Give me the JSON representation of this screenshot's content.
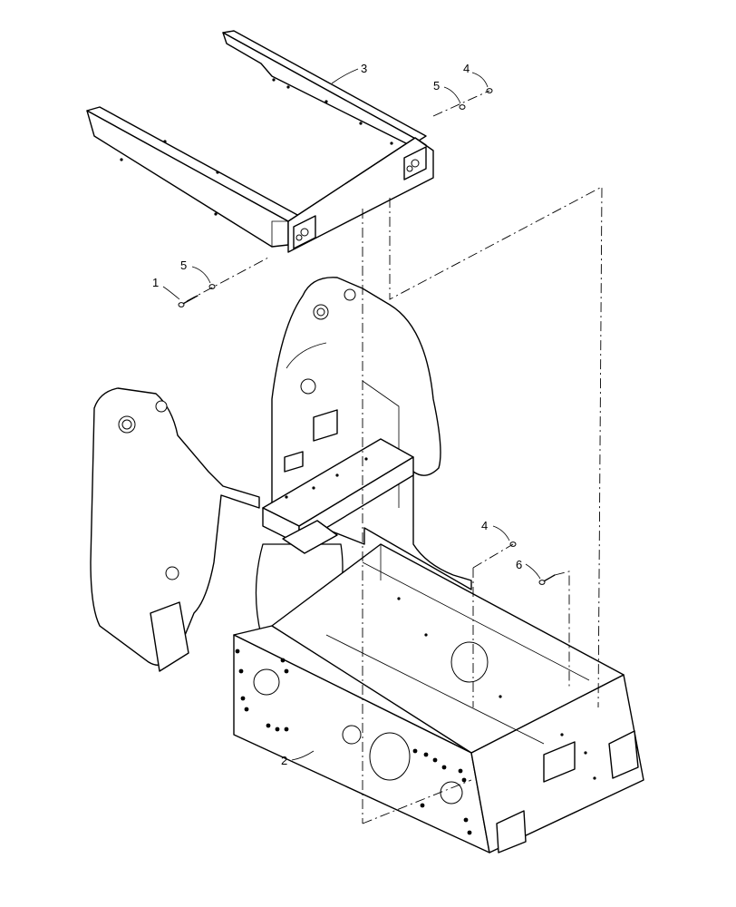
{
  "callouts": [
    {
      "id": "1",
      "label": "1"
    },
    {
      "id": "2",
      "label": "2"
    },
    {
      "id": "3",
      "label": "3"
    },
    {
      "id": "4a",
      "label": "4"
    },
    {
      "id": "4b",
      "label": "4"
    },
    {
      "id": "5a",
      "label": "5"
    },
    {
      "id": "5b",
      "label": "5"
    },
    {
      "id": "6",
      "label": "6"
    }
  ]
}
